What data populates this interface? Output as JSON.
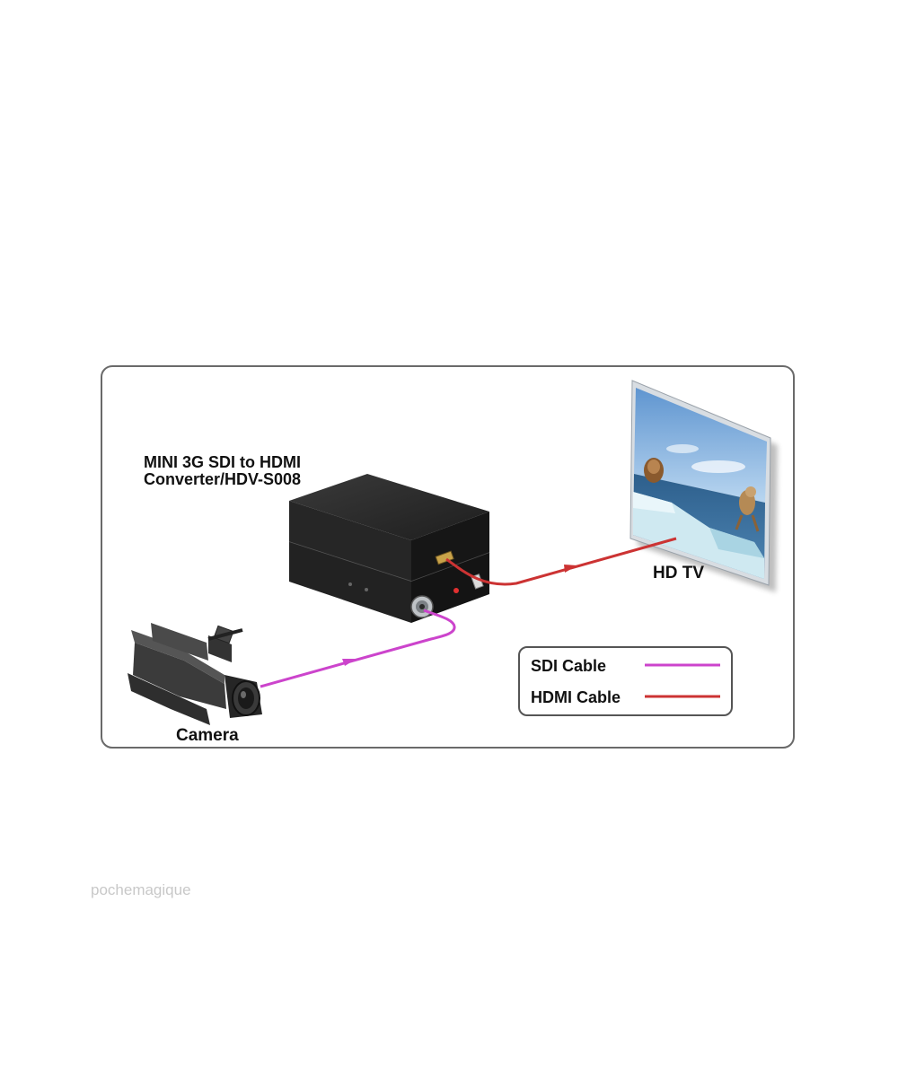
{
  "converter": {
    "title_line1": "MINI 3G SDI to HDMI",
    "title_line2": "Converter/HDV-S008"
  },
  "tv": {
    "label": "HD TV"
  },
  "camera": {
    "label": "Camera"
  },
  "legend": {
    "items": [
      {
        "label": "SDI Cable",
        "color": "#cc44cc"
      },
      {
        "label": "HDMI Cable",
        "color": "#cc3333"
      }
    ]
  },
  "watermark": "pochemagique"
}
